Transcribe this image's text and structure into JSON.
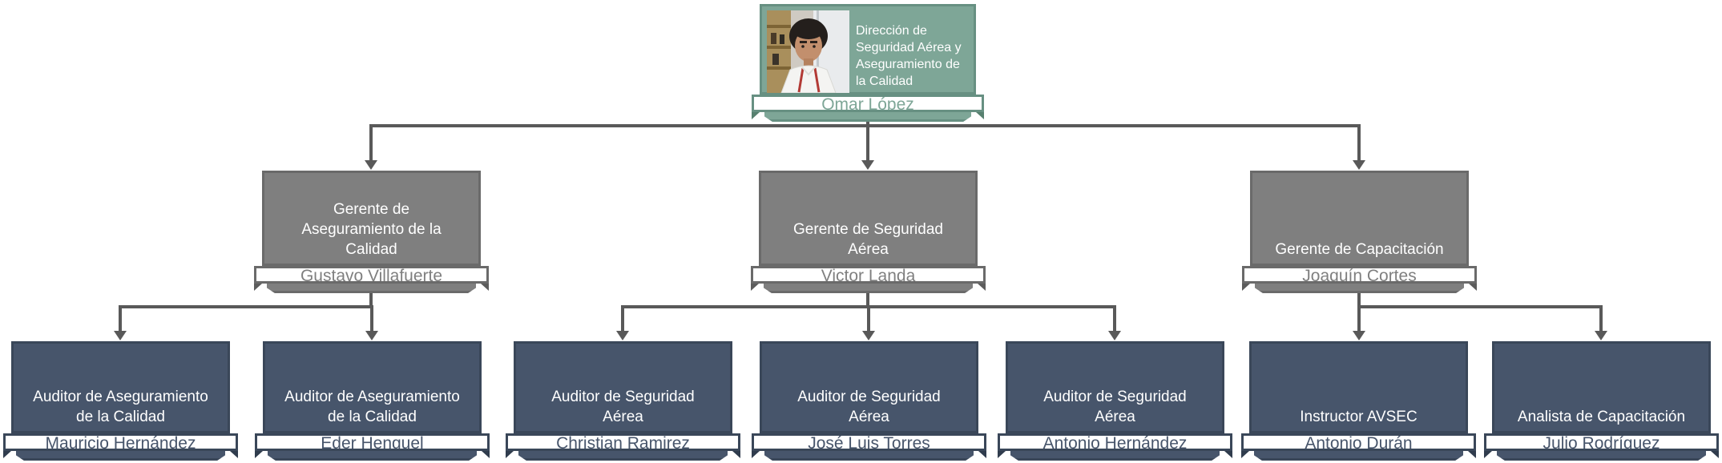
{
  "org": {
    "diagram_type": "organization-chart",
    "root": {
      "title": "Dirección de Seguridad Aérea y Aseguramiento de la Calidad",
      "name": "Omar López",
      "photo": "portrait-photo-omar-lopez",
      "fill_color": "#7EA697",
      "border_color": "#679082"
    },
    "managers": [
      {
        "title": "Gerente de Aseguramiento de la Calidad",
        "name": "Gustavo Villafuerte",
        "fill_color": "#7F7F7F",
        "reports_to": "Omar López"
      },
      {
        "title": "Gerente de Seguridad Aérea",
        "name": "Victor Landa",
        "fill_color": "#7F7F7F",
        "reports_to": "Omar López"
      },
      {
        "title": "Gerente de Capacitación",
        "name": "Joaquín Cortes",
        "fill_color": "#7F7F7F",
        "reports_to": "Omar López"
      }
    ],
    "staff": [
      {
        "title": "Auditor de Aseguramiento de la Calidad",
        "name": "Mauricio Hernández",
        "fill_color": "#47556B",
        "reports_to": "Gustavo Villafuerte"
      },
      {
        "title": "Auditor de Aseguramiento de la Calidad",
        "name": "Eder Henguel",
        "fill_color": "#47556B",
        "reports_to": "Gustavo Villafuerte"
      },
      {
        "title": "Auditor de Seguridad Aérea",
        "name": "Christian Ramirez",
        "fill_color": "#47556B",
        "reports_to": "Victor Landa"
      },
      {
        "title": "Auditor de Seguridad Aérea",
        "name": "José Luis Torres",
        "fill_color": "#47556B",
        "reports_to": "Victor Landa"
      },
      {
        "title": "Auditor de Seguridad Aérea",
        "name": "Antonio Hernández",
        "fill_color": "#47556B",
        "reports_to": "Victor Landa"
      },
      {
        "title": "Instructor AVSEC",
        "name": "Antonio Durán",
        "fill_color": "#47556B",
        "reports_to": "Joaquín Cortes"
      },
      {
        "title": "Analista de Capacitación",
        "name": "Julio Rodríguez",
        "fill_color": "#47556B",
        "reports_to": "Joaquín Cortes"
      }
    ],
    "colors": {
      "connector": "#595959",
      "plate_background": "#FFFFFF",
      "title_text": "#FFFFFF"
    }
  }
}
